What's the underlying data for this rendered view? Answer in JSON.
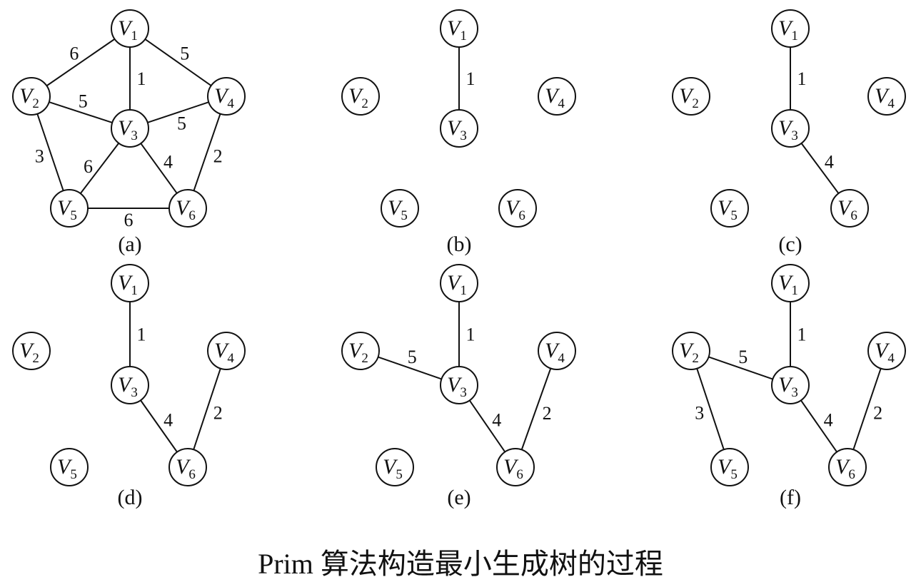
{
  "caption": "Prim 算法构造最小生成树的过程",
  "vertices": [
    {
      "id": "V1",
      "base": "V",
      "sub": "1"
    },
    {
      "id": "V2",
      "base": "V",
      "sub": "2"
    },
    {
      "id": "V3",
      "base": "V",
      "sub": "3"
    },
    {
      "id": "V4",
      "base": "V",
      "sub": "4"
    },
    {
      "id": "V5",
      "base": "V",
      "sub": "5"
    },
    {
      "id": "V6",
      "base": "V",
      "sub": "6"
    }
  ],
  "panels": [
    {
      "label": "(a)",
      "edges": [
        {
          "from": "V1",
          "to": "V2",
          "weight": "6"
        },
        {
          "from": "V1",
          "to": "V3",
          "weight": "1"
        },
        {
          "from": "V1",
          "to": "V4",
          "weight": "5"
        },
        {
          "from": "V2",
          "to": "V3",
          "weight": "5"
        },
        {
          "from": "V3",
          "to": "V4",
          "weight": "5"
        },
        {
          "from": "V2",
          "to": "V5",
          "weight": "3"
        },
        {
          "from": "V3",
          "to": "V5",
          "weight": "6"
        },
        {
          "from": "V3",
          "to": "V6",
          "weight": "4"
        },
        {
          "from": "V4",
          "to": "V6",
          "weight": "2"
        },
        {
          "from": "V5",
          "to": "V6",
          "weight": "6"
        }
      ]
    },
    {
      "label": "(b)",
      "edges": [
        {
          "from": "V1",
          "to": "V3",
          "weight": "1"
        }
      ]
    },
    {
      "label": "(c)",
      "edges": [
        {
          "from": "V1",
          "to": "V3",
          "weight": "1"
        },
        {
          "from": "V3",
          "to": "V6",
          "weight": "4"
        }
      ]
    },
    {
      "label": "(d)",
      "edges": [
        {
          "from": "V1",
          "to": "V3",
          "weight": "1"
        },
        {
          "from": "V3",
          "to": "V6",
          "weight": "4"
        },
        {
          "from": "V4",
          "to": "V6",
          "weight": "2"
        }
      ]
    },
    {
      "label": "(e)",
      "edges": [
        {
          "from": "V1",
          "to": "V3",
          "weight": "1"
        },
        {
          "from": "V3",
          "to": "V6",
          "weight": "4"
        },
        {
          "from": "V4",
          "to": "V6",
          "weight": "2"
        },
        {
          "from": "V2",
          "to": "V3",
          "weight": "5"
        }
      ]
    },
    {
      "label": "(f)",
      "edges": [
        {
          "from": "V1",
          "to": "V3",
          "weight": "1"
        },
        {
          "from": "V3",
          "to": "V6",
          "weight": "4"
        },
        {
          "from": "V4",
          "to": "V6",
          "weight": "2"
        },
        {
          "from": "V2",
          "to": "V3",
          "weight": "5"
        },
        {
          "from": "V2",
          "to": "V5",
          "weight": "3"
        }
      ]
    }
  ]
}
